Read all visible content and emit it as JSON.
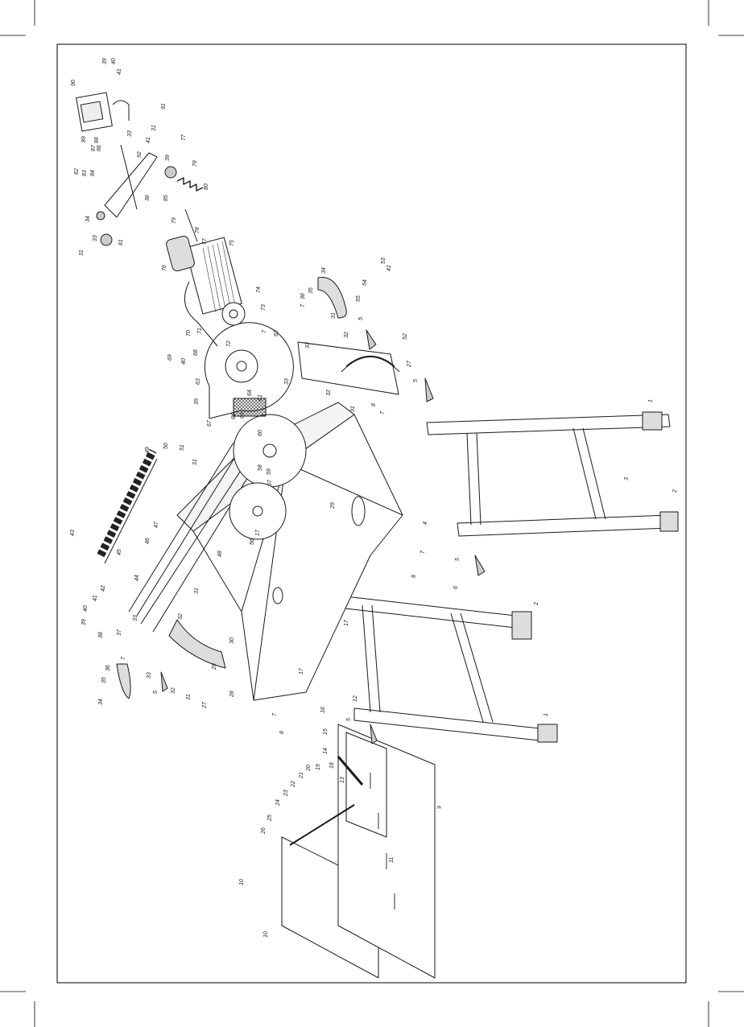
{
  "title": "",
  "diagram": {
    "type": "exploded-parts-view",
    "subject": "tile saw on folding stand",
    "orientation": "rotated 90 degrees counter-clockwise",
    "part_numbers": [
      "1",
      "2",
      "3",
      "4",
      "5",
      "6",
      "7",
      "8",
      "9",
      "10",
      "11",
      "12",
      "13",
      "14",
      "15",
      "16",
      "17",
      "18",
      "19",
      "20",
      "21",
      "22",
      "23",
      "24",
      "25",
      "26",
      "27",
      "28",
      "29",
      "30",
      "31",
      "32",
      "33",
      "34",
      "35",
      "36",
      "37",
      "38",
      "39",
      "40",
      "41",
      "42",
      "43",
      "44",
      "45",
      "46",
      "47",
      "48",
      "49",
      "50",
      "51",
      "53",
      "54",
      "55",
      "56",
      "57",
      "58",
      "59",
      "60",
      "61",
      "62",
      "63",
      "64",
      "65",
      "66",
      "67",
      "68",
      "69",
      "70",
      "71",
      "72",
      "73",
      "74",
      "75",
      "76",
      "77",
      "78",
      "79",
      "80",
      "81",
      "82",
      "83",
      "84",
      "85",
      "86",
      "87",
      "88",
      "89",
      "90",
      "91",
      "92"
    ]
  },
  "labels": {
    "l1a": "1",
    "l1b": "1",
    "l2a": "2",
    "l2b": "2",
    "l3": "3",
    "l4": "4",
    "l5a": "5",
    "l5b": "5",
    "l5c": "5",
    "l5d": "5",
    "l5e": "5",
    "l6": "6",
    "l7a": "7",
    "l7b": "7",
    "l7c": "7",
    "l7d": "7",
    "l7e": "7",
    "l7f": "7",
    "l8a": "8",
    "l8b": "8",
    "l8c": "8",
    "l9": "9",
    "l10a": "10",
    "l10b": "10",
    "l11": "11",
    "l12": "12",
    "l13": "13",
    "l14": "14",
    "l15": "15",
    "l16": "16",
    "l17a": "17",
    "l17b": "17",
    "l17c": "17",
    "l18": "18",
    "l19": "19",
    "l20": "20",
    "l21": "21",
    "l22": "22",
    "l23": "23",
    "l24": "24",
    "l25": "25",
    "l26": "26",
    "l27a": "27",
    "l27b": "27",
    "l28": "28",
    "l29a": "29",
    "l29b": "29",
    "l30": "30",
    "l31a": "31",
    "l31b": "31",
    "l31c": "31",
    "l31d": "31",
    "l31e": "31",
    "l31f": "31",
    "l31g": "31",
    "l32a": "32",
    "l32b": "32",
    "l32c": "32",
    "l32d": "32",
    "l33a": "33",
    "l33b": "33",
    "l33c": "33",
    "l33d": "33",
    "l33e": "33",
    "l33f": "33",
    "l34a": "34",
    "l34b": "34",
    "l34c": "34",
    "l35a": "35",
    "l35b": "35",
    "l36a": "36",
    "l36b": "36",
    "l36c": "36",
    "l37": "37",
    "l38": "38",
    "l39a": "39",
    "l39b": "39",
    "l39c": "39",
    "l39d": "39",
    "l40a": "40",
    "l40b": "40",
    "l40c": "40",
    "l41a": "41",
    "l41b": "41",
    "l41c": "41",
    "l41d": "41",
    "l42": "42",
    "l43": "43",
    "l44": "44",
    "l45": "45",
    "l46": "46",
    "l47": "47",
    "l48": "48",
    "l49": "49",
    "l50": "50",
    "l51": "51",
    "l52": "52",
    "l53": "53",
    "l54": "54",
    "l55": "55",
    "l56": "56",
    "l57": "57",
    "l58": "58",
    "l59": "59",
    "l60": "60",
    "l61": "61",
    "l62": "62",
    "l63": "63",
    "l64": "64",
    "l65": "65",
    "l66": "66",
    "l67": "67",
    "l68": "68",
    "l69": "69",
    "l70": "70",
    "l71": "71",
    "l72": "72",
    "l73": "73",
    "l74": "74",
    "l75": "75",
    "l76": "76",
    "l77a": "77",
    "l77b": "77",
    "l78a": "78",
    "l78b": "78",
    "l79": "79",
    "l80": "80",
    "l81": "81",
    "l82": "82",
    "l83": "83",
    "l84": "84",
    "l85": "85",
    "l86": "86",
    "l87": "87",
    "l88": "88",
    "l89": "89",
    "l90": "90",
    "l91": "91",
    "l92": "92"
  },
  "colors": {
    "ink": "#1a1a1a",
    "paper": "#ffffff",
    "shade": "#d9d9d9",
    "dark": "#555555"
  }
}
